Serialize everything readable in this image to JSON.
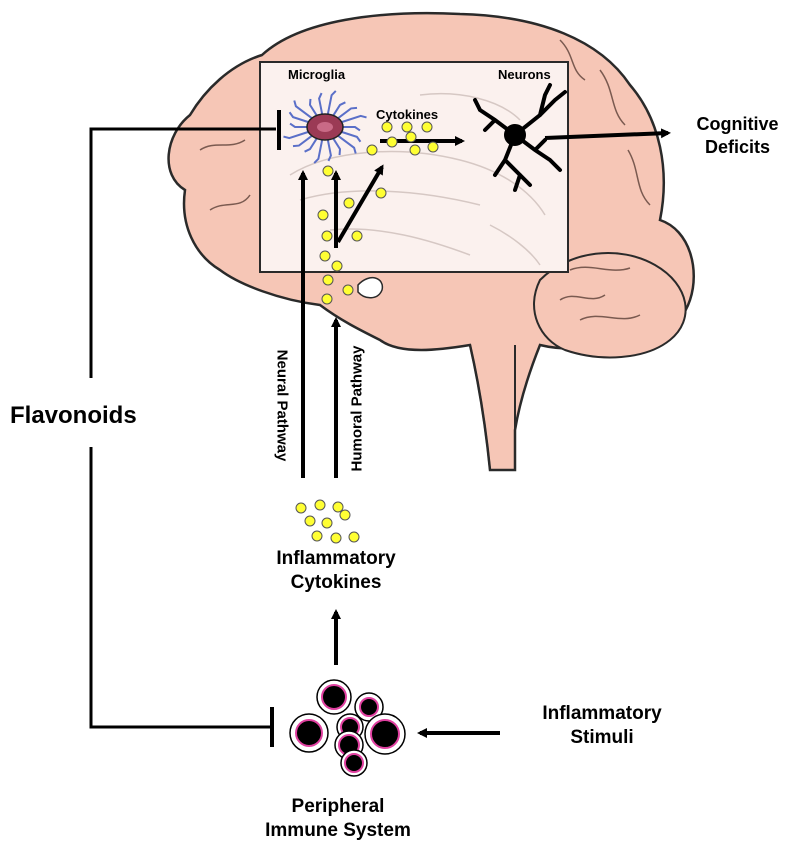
{
  "labels": {
    "microglia": "Microglia",
    "neurons": "Neurons",
    "cytokines_brain": "Cytokines",
    "cognitive_deficits_1": "Cognitive",
    "cognitive_deficits_2": "Deficits",
    "flavonoids": "Flavonoids",
    "neural_pathway": "Neural Pathway",
    "humoral_pathway": "Humoral Pathway",
    "inflammatory_cytokines_1": "Inflammatory",
    "inflammatory_cytokines_2": "Cytokines",
    "peripheral_immune_1": "Peripheral",
    "peripheral_immune_2": "Immune System",
    "inflammatory_stimuli_1": "Inflammatory",
    "inflammatory_stimuli_2": "Stimuli"
  },
  "colors": {
    "brain_fill": "#f6c6b6",
    "brain_outline": "#2a2a2a",
    "panel_fill": "#fbf1ee",
    "cytokine_dot": "#ffff33",
    "microglia_body": "#9b3a55",
    "microglia_process": "#5a6fc8",
    "immune_ring": "#e040a0",
    "immune_core": "#000000",
    "arrow": "#000000"
  },
  "icons": [
    "brain-outline",
    "microglia-cell-icon",
    "neuron-icon",
    "cytokine-dot-icon",
    "immune-cell-icon"
  ]
}
